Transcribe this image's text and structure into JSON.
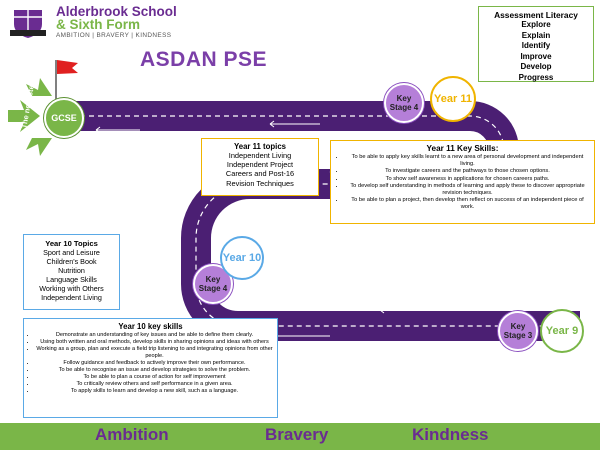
{
  "header": {
    "school_name_line1": "Alderbrook School",
    "school_name_line2": "& Sixth Form",
    "motto": "AMBITION | BRAVERY | KINDNESS",
    "title": "ASDAN PSE"
  },
  "assessment_literacy": {
    "heading": "Assessment Literacy",
    "items": [
      "Explore",
      "Explain",
      "Identify",
      "Improve",
      "Develop",
      "Progress"
    ]
  },
  "roadmap": {
    "next_step_label": "The next step",
    "gcse_label": "GCSE",
    "key_stage_top": "Key Stage 4",
    "year11": "Year 11",
    "key_stage_mid": "Key Stage 4",
    "year10": "Year 10",
    "key_stage_bottom": "Key Stage 3",
    "year9": "Year 9"
  },
  "year11_topics": {
    "heading": "Year 11 topics",
    "items": [
      "Independent Living",
      "Independent Project",
      "Careers and Post-16",
      "Revision Techniques"
    ]
  },
  "year11_skills": {
    "heading": "Year 11 Key Skills:",
    "items": [
      "To be able to apply key skills learnt to a new area of personal development and independent living.",
      "To investigate careers and the pathways to those chosen options.",
      "To show self awareness in applications for chosen careers paths.",
      "To develop self understanding in methods of learning and apply these to discover appropriate revision techniques.",
      "To be able to plan a project, then develop then reflect on success of an independent piece of work."
    ]
  },
  "year10_topics": {
    "heading": "Year 10 Topics",
    "items": [
      "Sport and Leisure",
      "Children's Book",
      "Nutrition",
      "Language Skills",
      "Working with Others",
      "Independent Living"
    ]
  },
  "year10_skills": {
    "heading": "Year 10 key skills",
    "items": [
      "Demonstrate an understanding of key issues and be able to define them clearly.",
      "Using both written and oral methods, develop skills in sharing opinions and ideas with others",
      "Working as a group, plan and execute a field trip listening to and integrating opinions from other people.",
      "Follow guidance and feedback to actively improve their own performance.",
      "To be able to recognise an issue and develop strategies to solve the problem.",
      "To be able to plan a course of action for self improvement",
      "To critically review others and self performance in a given area.",
      "To apply skills to learn and develop a new skill, such as a language."
    ]
  },
  "footer": {
    "words": [
      "Ambition",
      "Bravery",
      "Kindness"
    ]
  },
  "colors": {
    "purple": "#6a2c91",
    "green": "#7ab648",
    "gold": "#f0b400",
    "blue": "#5aa9e6"
  }
}
